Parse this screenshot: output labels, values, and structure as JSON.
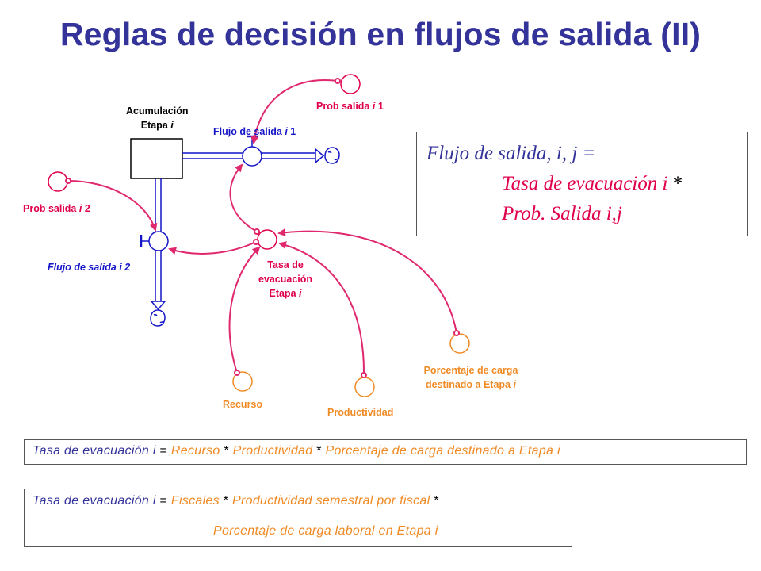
{
  "title": "Reglas de decisión en flujos de salida (II)",
  "diagram": {
    "stock": {
      "line1": "Acumulación",
      "line2": "Etapa",
      "var": "i"
    },
    "flow1": {
      "prefix": "Flujo de salida",
      "var": "i",
      "index": "1"
    },
    "flow2": {
      "prefix": "Flujo de salida",
      "var": "i",
      "index": "2"
    },
    "prob1": {
      "prefix": "Prob salida",
      "var": "i",
      "index": "1"
    },
    "prob2": {
      "prefix": "Prob salida",
      "var": "i",
      "index": "2"
    },
    "tasa": {
      "line1": "Tasa de",
      "line2": "evacuación",
      "line3": "Etapa",
      "var": "i"
    },
    "recurso": "Recurso",
    "productividad": "Productividad",
    "porcentaje": {
      "line1": "Porcentaje de carga",
      "line2": "destinado a Etapa",
      "var": "i"
    }
  },
  "equation_box": {
    "line1": "Flujo de salida, i, j =",
    "line2": "Tasa de evacuación i",
    "star": "*",
    "line3": "Prob. Salida i,j"
  },
  "formula1": {
    "lhs": "Tasa de evacuación i",
    "eq": "=",
    "t1": "Recurso",
    "op1": "*",
    "t2": "Productividad",
    "op2": "*",
    "t3": "Porcentaje de carga destinado a Etapa i"
  },
  "formula2": {
    "lhs": "Tasa de evacuación i",
    "eq": "=",
    "t1": "Fiscales",
    "op1": "*",
    "t2": "Productividad semestral por fiscal",
    "op2": "*",
    "line2": "Porcentaje de carga laboral en Etapa i"
  },
  "colors": {
    "title": "#33339a",
    "flow": "#1515c8",
    "link": "#e0286e",
    "variable_red": "#e0004a",
    "variable_orange": "#f08a24"
  }
}
